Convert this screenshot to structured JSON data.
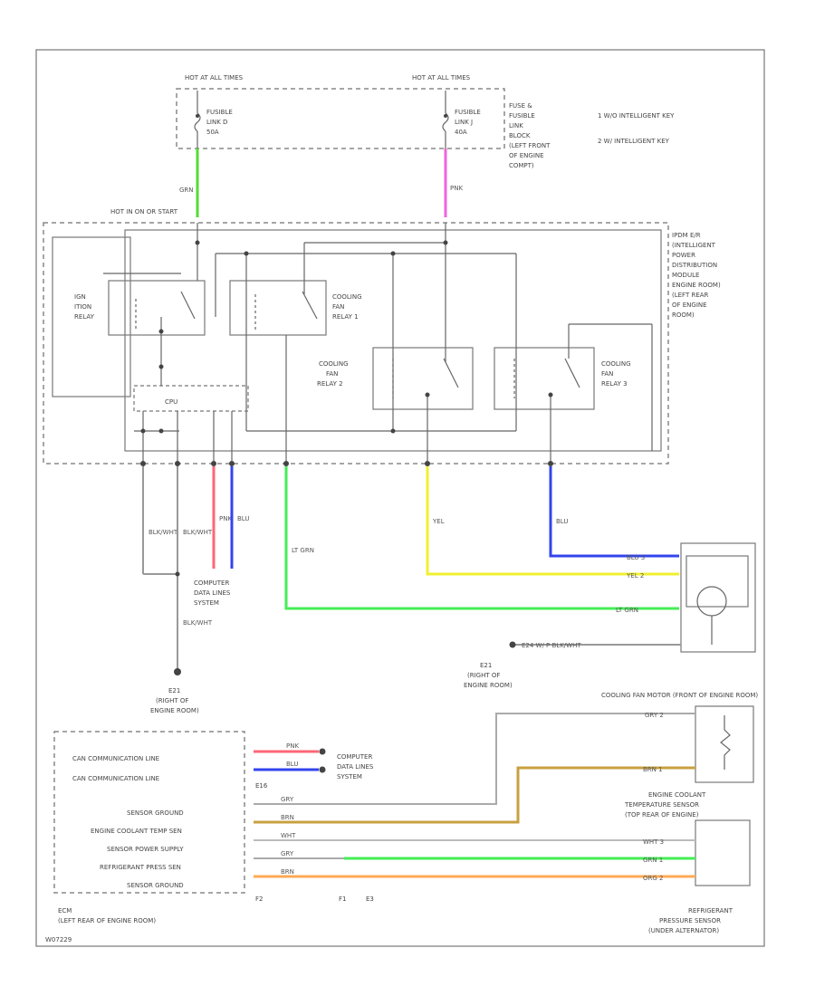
{
  "labels": {
    "hot_a": "HOT AT ALL TIMES",
    "hot_b": "HOT AT ALL TIMES",
    "fusible_d": [
      "FUSIBLE",
      "LINK D",
      "50A"
    ],
    "fusible_j": [
      "FUSIBLE",
      "LINK J",
      "40A"
    ],
    "fuse_block": [
      "FUSE &",
      "FUSIBLE",
      "LINK",
      "BLOCK",
      "(LEFT FRONT",
      "OF ENGINE",
      "COMPT)"
    ],
    "legend": [
      "1   W/O INTELLIGENT KEY",
      "2   W/ INTELLIGENT KEY"
    ],
    "hot_run": "HOT IN ON OR START",
    "ipdm": [
      "IPDM E/R",
      "(INTELLIGENT",
      "POWER",
      "DISTRIBUTION",
      "MODULE",
      "ENGINE ROOM)",
      "(LEFT REAR",
      "OF ENGINE",
      "ROOM)"
    ],
    "ign_relay": [
      "IGN",
      "ITION",
      "RELAY"
    ],
    "cfr1": [
      "COOLING",
      "FAN",
      "RELAY 1"
    ],
    "cfr2": [
      "COOLING",
      "FAN",
      "RELAY 2"
    ],
    "cfr3": [
      "COOLING",
      "FAN",
      "RELAY 3"
    ],
    "cpu": "CPU",
    "cdl_1": [
      "COMPUTER",
      "DATA LINES",
      "SYSTEM"
    ],
    "e21_a": [
      "E21",
      "(RIGHT OF",
      "ENGINE ROOM)"
    ],
    "e21_b": [
      "E21",
      "(RIGHT OF",
      "ENGINE ROOM)"
    ],
    "motor": "COOLING FAN MOTOR (FRONT OF ENGINE ROOM)",
    "ect_sensor": [
      "ENGINE COOLANT",
      "TEMPERATURE SENSOR",
      "(TOP REAR OF ENGINE)"
    ],
    "ref_sensor": [
      "REFRIGERANT",
      "PRESSURE SENSOR",
      "(UNDER ALTERNATOR)"
    ],
    "ecm_rows": [
      "CAN COMMUNICATION LINE",
      "CAN COMMUNICATION LINE",
      "SENSOR GROUND",
      "ENGINE COOLANT TEMP SEN",
      "SENSOR POWER SUPPLY",
      "REFRIGERANT PRESS SEN",
      "SENSOR GROUND"
    ],
    "ecm_name": [
      "ECM",
      "(LEFT REAR OF ENGINE ROOM)"
    ],
    "cdl_2": [
      "COMPUTER",
      "DATA LINES",
      "SYSTEM"
    ],
    "e16": "E16",
    "conn_f2": "F2",
    "conn_f1": "F1",
    "conn_e3": "E3",
    "footer": "W07229"
  },
  "wires": {
    "grn": "GRN",
    "pnk_top": "PNK",
    "blkwht_1": "BLK/WHT",
    "blkwht_2": "BLK/WHT",
    "pnk": "PNK",
    "blu": "BLU",
    "ltgrn": "LT GRN",
    "yel": "YEL",
    "blu2": "BLU",
    "blkwht_3": "BLK/WHT",
    "motor_blu": "BLU  3",
    "motor_yel": "YEL  2",
    "motor_ltgrn": "LT GRN",
    "motor_gnd": "E24 W/ P  BLK/WHT",
    "ect_gry": "GRY  2",
    "ect_brn": "BRN  1",
    "can_pnk": "PNK",
    "can_blu": "BLU",
    "ecm_gry": "GRY",
    "ecm_brn": "BRN",
    "ecm_wht": "WHT",
    "ecm_grn": "GRY",
    "ecm_org": "BRN",
    "ref_wht": "WHT  3",
    "ref_grn": "GRN  1",
    "ref_org": "ORG  2"
  },
  "colors": {
    "green": "#55dd33",
    "pink": "#ee66dd",
    "red": "#ff6677",
    "blue": "#3344ee",
    "lightgreen": "#44ee55",
    "yellow": "#f0f030",
    "tan": "#c8a040",
    "orange": "#ffaa55",
    "gray": "#999999"
  }
}
